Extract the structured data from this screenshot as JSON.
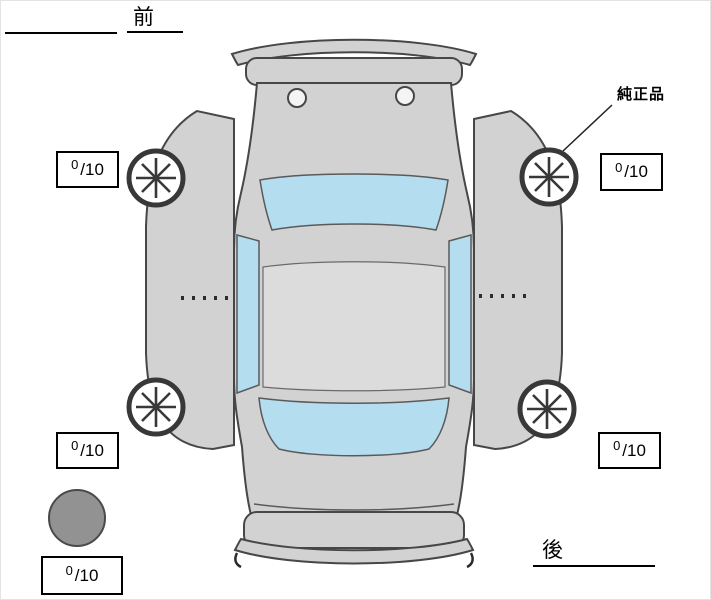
{
  "labels": {
    "front": "前",
    "rear": "後",
    "genuine_part": "純正品"
  },
  "tire_scores": {
    "front_left": {
      "value": "0",
      "max": "/10"
    },
    "front_right": {
      "value": "0",
      "max": "/10"
    },
    "rear_left": {
      "value": "0",
      "max": "/10"
    },
    "rear_right": {
      "value": "0",
      "max": "/10"
    },
    "spare": {
      "value": "0",
      "max": "/10"
    }
  },
  "colors": {
    "body_fill": "#d2d2d2",
    "roof_fill": "#dcdcdc",
    "glass_fill": "#b5ddf0",
    "spare_tire_fill": "#929292",
    "outline": "#474747"
  }
}
